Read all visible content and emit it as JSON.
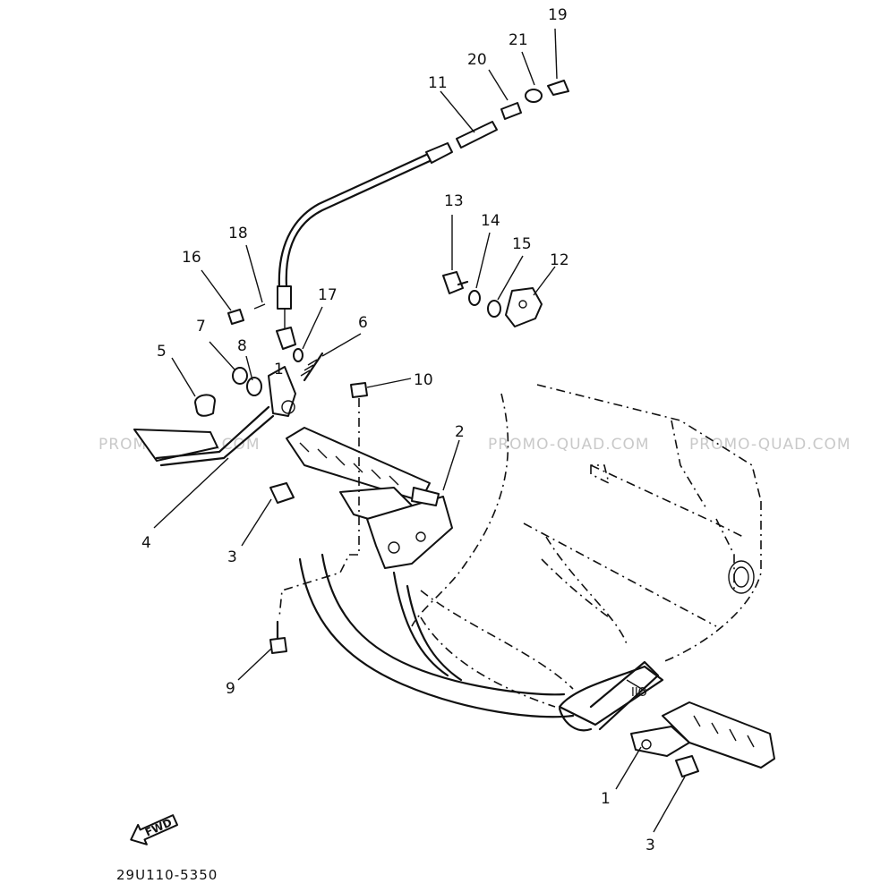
{
  "diagram": {
    "watermark": "PROMO-QUAD.COM",
    "drawing_code": "29U110-5350",
    "fwd_label": "FWD",
    "callouts": [
      {
        "id": "c1a",
        "label": "1"
      },
      {
        "id": "c1b",
        "label": "1"
      },
      {
        "id": "c2",
        "label": "2"
      },
      {
        "id": "c3a",
        "label": "3"
      },
      {
        "id": "c3b",
        "label": "3"
      },
      {
        "id": "c4",
        "label": "4"
      },
      {
        "id": "c5",
        "label": "5"
      },
      {
        "id": "c6",
        "label": "6"
      },
      {
        "id": "c7",
        "label": "7"
      },
      {
        "id": "c8",
        "label": "8"
      },
      {
        "id": "c9",
        "label": "9"
      },
      {
        "id": "c10",
        "label": "10"
      },
      {
        "id": "c11",
        "label": "11"
      },
      {
        "id": "c12",
        "label": "12"
      },
      {
        "id": "c13",
        "label": "13"
      },
      {
        "id": "c14",
        "label": "14"
      },
      {
        "id": "c15",
        "label": "15"
      },
      {
        "id": "c16",
        "label": "16"
      },
      {
        "id": "c17",
        "label": "17"
      },
      {
        "id": "c18",
        "label": "18"
      },
      {
        "id": "c19",
        "label": "19"
      },
      {
        "id": "c20",
        "label": "20"
      },
      {
        "id": "c21",
        "label": "21"
      }
    ]
  }
}
